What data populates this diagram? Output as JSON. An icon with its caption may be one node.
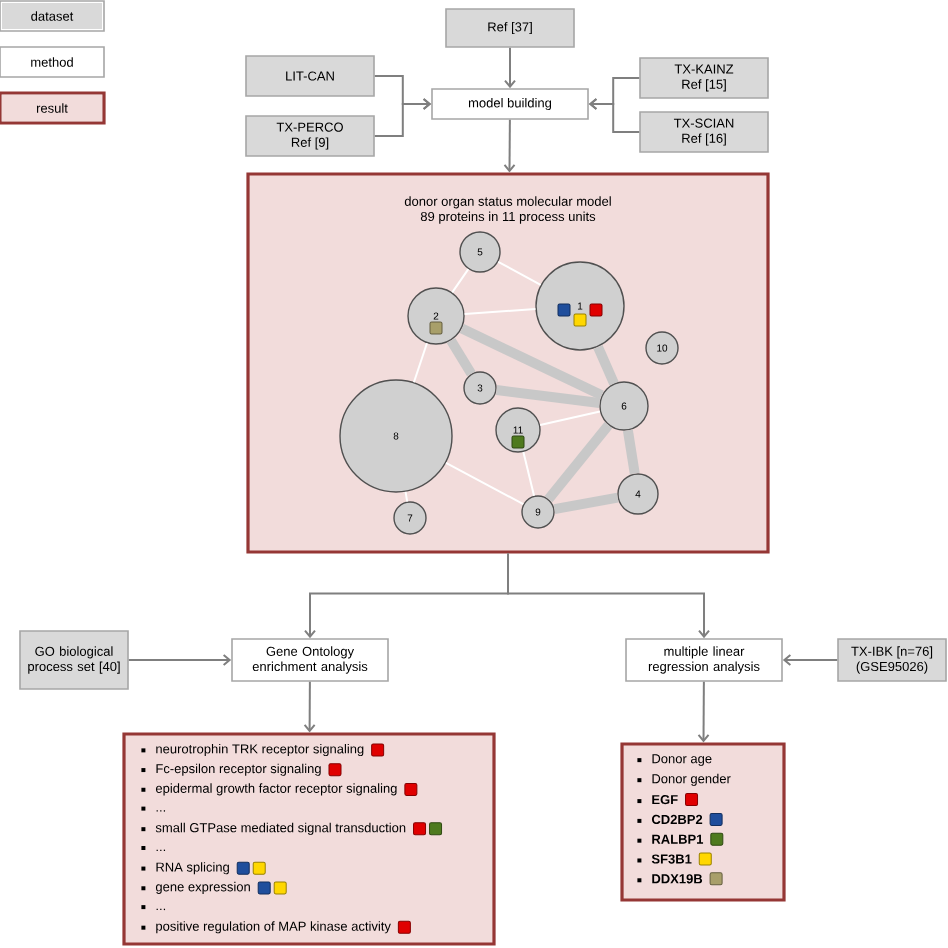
{
  "diagram": {
    "nodes": [
      {
        "text": [
          "Ref [37]"
        ]
      },
      {
        "text": [
          "LIT-CAN"
        ]
      },
      {
        "text": [
          "TX-PERCO",
          "Ref [9]"
        ]
      },
      {
        "text": [
          "model building"
        ]
      },
      {
        "text": [
          "TX-KAINZ",
          "Ref [15]"
        ]
      },
      {
        "text": [
          "TX-SCIAN",
          "Ref [16]"
        ]
      },
      {
        "text": [
          "donor organ status molecular model",
          "89 proteins in 11 process units"
        ]
      },
      {
        "text": [
          "1"
        ],
        "in": 6
      },
      {
        "text": [
          "2"
        ],
        "in": 6
      },
      {
        "text": [
          "3"
        ],
        "in": 6
      },
      {
        "text": [
          "4"
        ],
        "in": 6
      },
      {
        "text": [
          "5"
        ],
        "in": 6
      },
      {
        "text": [
          "6"
        ],
        "in": 6
      },
      {
        "text": [
          "7"
        ],
        "in": 6
      },
      {
        "text": [
          "8"
        ],
        "in": 6
      },
      {
        "text": [
          "9"
        ],
        "in": 6
      },
      {
        "text": [
          "10"
        ],
        "in": 6
      },
      {
        "text": [
          "11"
        ],
        "in": 6
      },
      {
        "text": [
          "GO biological process set [40]"
        ]
      },
      {
        "text": [
          "Gene Ontology enrichment analysis"
        ]
      },
      {
        "text": [
          "multiple linear regression analysis"
        ]
      },
      {
        "text": [
          "TX-IBK [n=76]",
          "(GSE95026)"
        ]
      },
      {
        "text": [
          "neurotrophin TRK receptor signaling",
          "Fc-epsilon receptor signaling",
          "epidermal growth factor receptor signaling",
          "...",
          "small GTPase mediated signal transduction",
          "...",
          "RNA splicing",
          "gene expression",
          "...",
          "positive regulation of MAP kinase activity"
        ]
      },
      {
        "text": [
          "Donor age",
          "Donor gender",
          "EGF",
          "CD2BP2",
          "RALBP1",
          "SF3B1",
          "DDX19B"
        ]
      }
    ],
    "edges": [
      {
        "from": 0,
        "to": 3,
        "arrow": "to"
      },
      {
        "from": 1,
        "to": 3,
        "arrow": "to"
      },
      {
        "from": 2,
        "to": 3,
        "arrow": "to"
      },
      {
        "from": 4,
        "to": 3,
        "arrow": "to"
      },
      {
        "from": 5,
        "to": 3,
        "arrow": "to"
      },
      {
        "from": 3,
        "to": 6,
        "arrow": "to"
      },
      {
        "from": 6,
        "to": 19,
        "arrow": "to"
      },
      {
        "from": 6,
        "to": 20,
        "arrow": "to"
      },
      {
        "from": 18,
        "to": 19,
        "arrow": "to"
      },
      {
        "from": 21,
        "to": 20,
        "arrow": "to"
      },
      {
        "from": 19,
        "to": 22,
        "arrow": "to"
      },
      {
        "from": 20,
        "to": 23,
        "arrow": "to"
      },
      {
        "from": 11,
        "to": 7,
        "arrow": "none",
        "color": "#ffffff"
      },
      {
        "from": 11,
        "to": 8,
        "arrow": "none",
        "color": "#ffffff"
      },
      {
        "from": 8,
        "to": 7,
        "arrow": "none",
        "color": "#ffffff"
      },
      {
        "from": 8,
        "to": 14,
        "arrow": "none",
        "color": "#ffffff"
      },
      {
        "from": 8,
        "to": 9,
        "arrow": "none",
        "style": "thick",
        "color": "#c8c8c8"
      },
      {
        "from": 8,
        "to": 12,
        "arrow": "none",
        "style": "thick",
        "color": "#c8c8c8"
      },
      {
        "from": 9,
        "to": 12,
        "arrow": "none",
        "style": "thick",
        "color": "#c8c8c8"
      },
      {
        "from": 7,
        "to": 12,
        "arrow": "none",
        "style": "thick",
        "color": "#c8c8c8"
      },
      {
        "from": 17,
        "to": 12,
        "arrow": "none",
        "color": "#ffffff"
      },
      {
        "from": 12,
        "to": 15,
        "arrow": "none",
        "style": "thick",
        "color": "#c8c8c8"
      },
      {
        "from": 12,
        "to": 10,
        "arrow": "none",
        "style": "thick",
        "color": "#c8c8c8"
      },
      {
        "from": 10,
        "to": 15,
        "arrow": "none",
        "style": "thick",
        "color": "#c8c8c8"
      },
      {
        "from": 17,
        "to": 15,
        "arrow": "none",
        "color": "#ffffff"
      },
      {
        "from": 14,
        "to": 15,
        "arrow": "none",
        "color": "#ffffff"
      },
      {
        "from": 14,
        "to": 13,
        "arrow": "none",
        "color": "#ffffff"
      }
    ],
    "legend": [
      {
        "text": "dataset",
        "color": "#d9d9d9"
      },
      {
        "text": "method",
        "color": "#ffffff"
      },
      {
        "text": "result",
        "color": "#f2dcdb"
      }
    ]
  }
}
